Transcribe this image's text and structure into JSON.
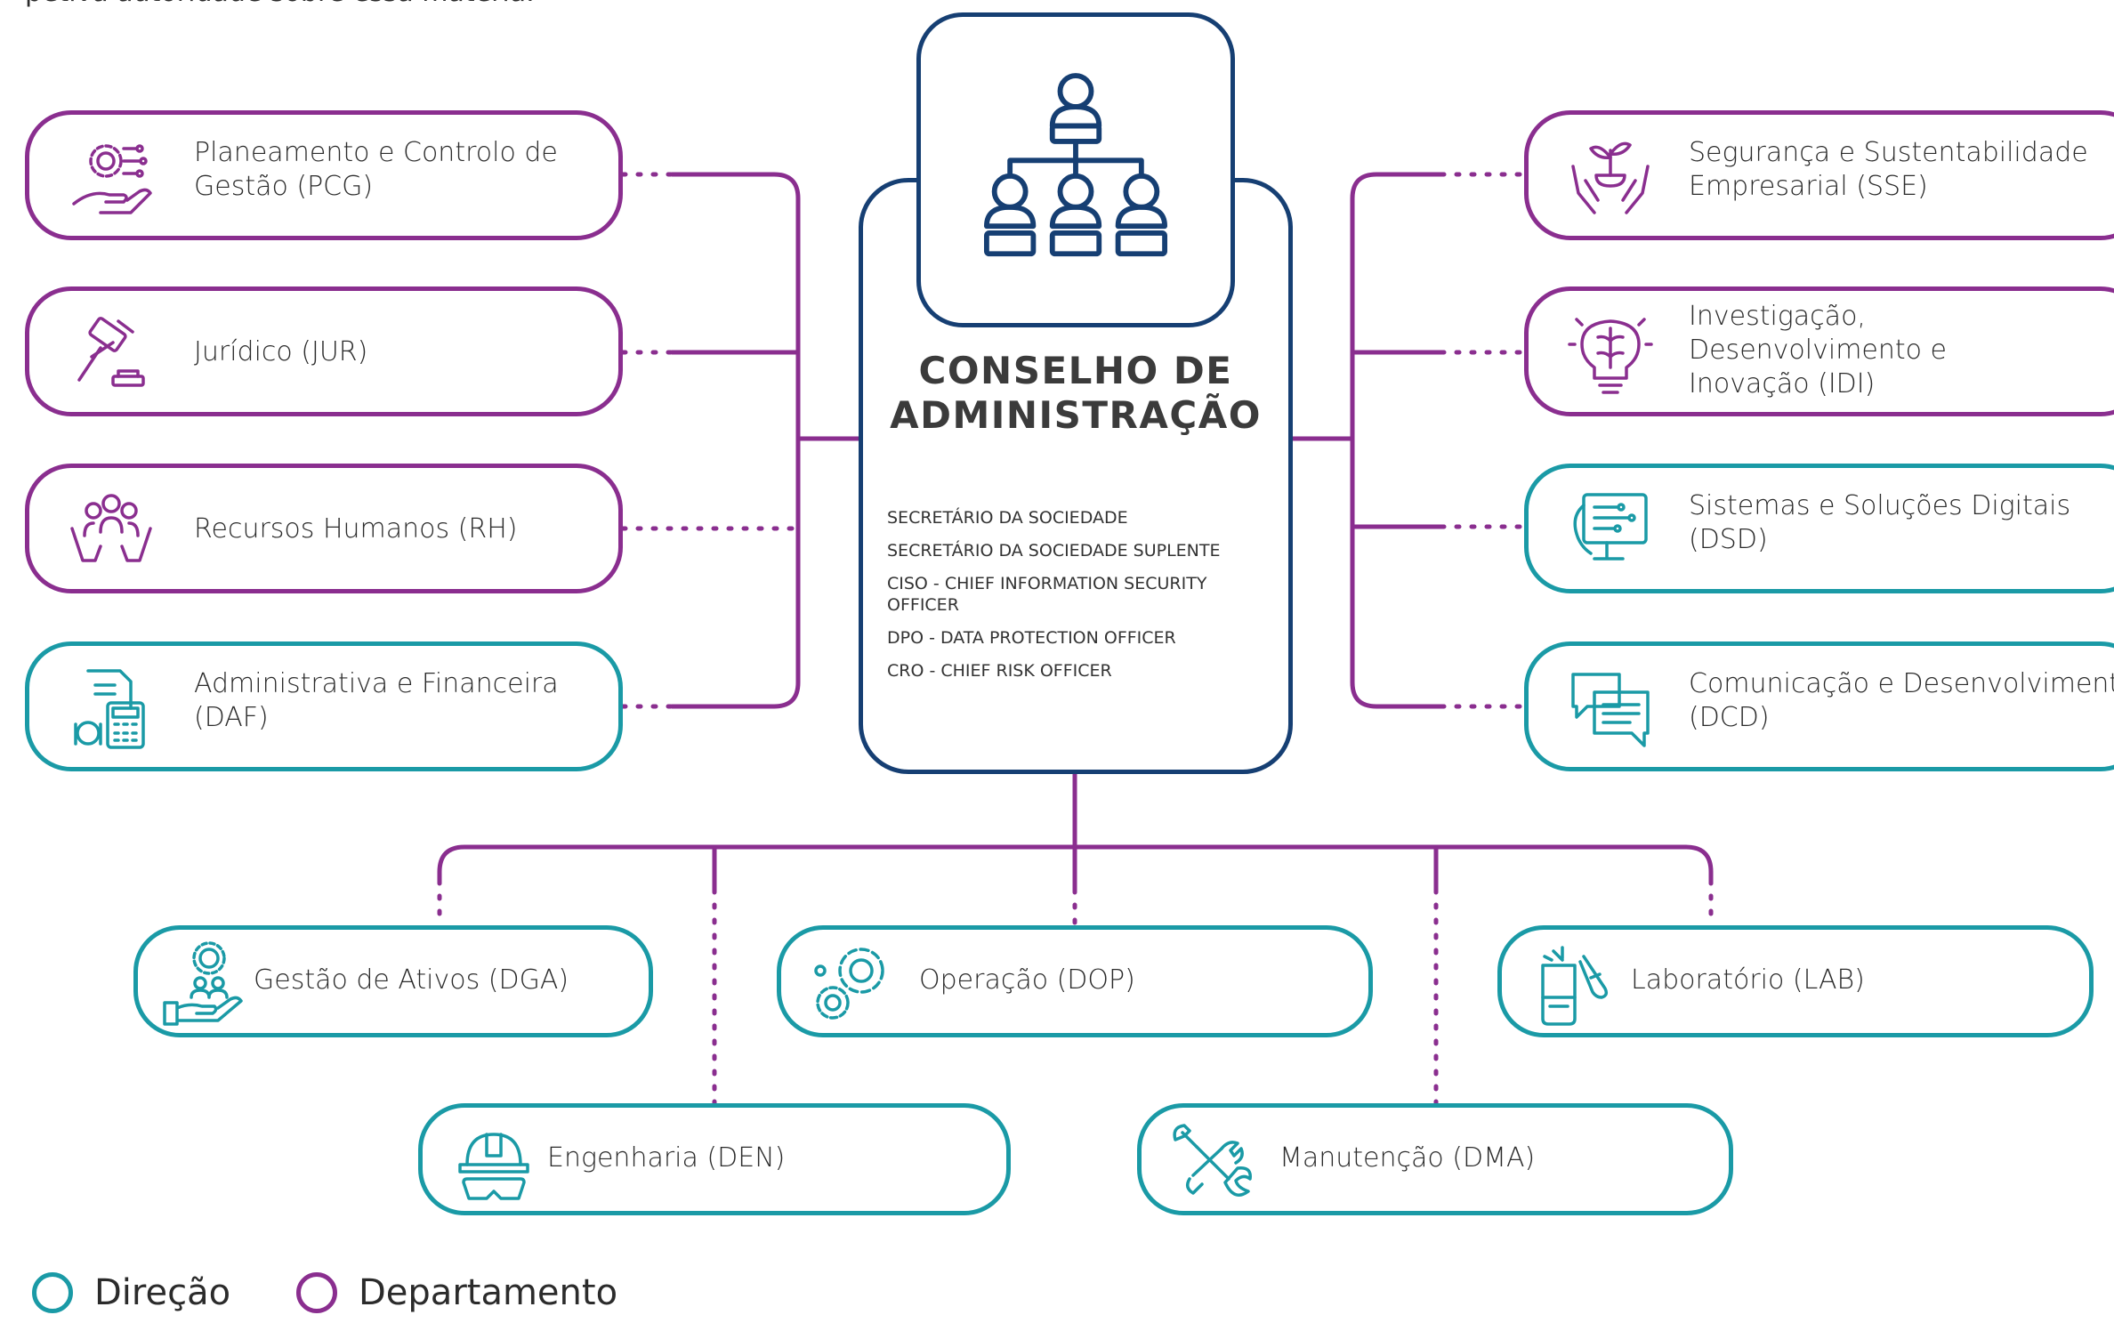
{
  "intro_fragment": "petiva autoridade sobre essa matéria.",
  "colors": {
    "departamento": "#8a2e8f",
    "direcao": "#1a9aa6",
    "conselho": "#163f73"
  },
  "board": {
    "title_line1": "CONSELHO DE",
    "title_line2": "ADMINISTRAÇÃO",
    "roles": [
      "SECRETÁRIO DA SOCIEDADE",
      "SECRETÁRIO DA SOCIEDADE SUPLENTE",
      "CISO - CHIEF INFORMATION SECURITY OFFICER",
      "DPO - DATA PROTECTION OFFICER",
      "CRO - CHIEF RISK OFFICER"
    ],
    "icon": "org-chart-icon"
  },
  "units": {
    "pcg": {
      "label_1": "Planeamento e Controlo de",
      "label_2": "Gestão (PCG)",
      "type": "Departamento",
      "icon": "gear-hand-icon"
    },
    "jur": {
      "label_1": "Jurídico (JUR)",
      "type": "Departamento",
      "icon": "gavel-icon"
    },
    "rh": {
      "label_1": "Recursos Humanos (RH)",
      "type": "Departamento",
      "icon": "people-hands-icon"
    },
    "daf": {
      "label_1": "Administrativa e Financeira",
      "label_2": "(DAF)",
      "type": "Direção",
      "icon": "calculator-money-icon"
    },
    "sse": {
      "label_1": "Segurança e Sustentabilidade",
      "label_2": "Empresarial (SSE)",
      "type": "Departamento",
      "icon": "plant-hands-icon"
    },
    "idi": {
      "label_1": "Investigação,",
      "label_2": "Desenvolvimento e",
      "label_3": "Inovação (IDI)",
      "type": "Departamento",
      "icon": "brain-bulb-icon"
    },
    "dsd": {
      "label_1": "Sistemas e Soluções Digitais",
      "label_2": "(DSD)",
      "type": "Direção",
      "icon": "digital-monitor-icon"
    },
    "dcd": {
      "label_1": "Comunicação e Desenvolvimento",
      "label_2": "(DCD)",
      "type": "Direção",
      "icon": "chat-bubbles-icon"
    },
    "dga": {
      "label_1": "Gestão de Ativos (DGA)",
      "type": "Direção",
      "icon": "asset-hand-icon"
    },
    "dop": {
      "label_1": "Operação (DOP)",
      "type": "Direção",
      "icon": "gears-icon"
    },
    "lab": {
      "label_1": "Laboratório (LAB)",
      "type": "Direção",
      "icon": "lab-flask-icon"
    },
    "den": {
      "label_1": "Engenharia (DEN)",
      "type": "Direção",
      "icon": "hardhat-icon"
    },
    "dma": {
      "label_1": "Manutenção (DMA)",
      "type": "Direção",
      "icon": "tools-icon"
    }
  },
  "legend": {
    "direcao": "Direção",
    "departamento": "Departamento"
  }
}
